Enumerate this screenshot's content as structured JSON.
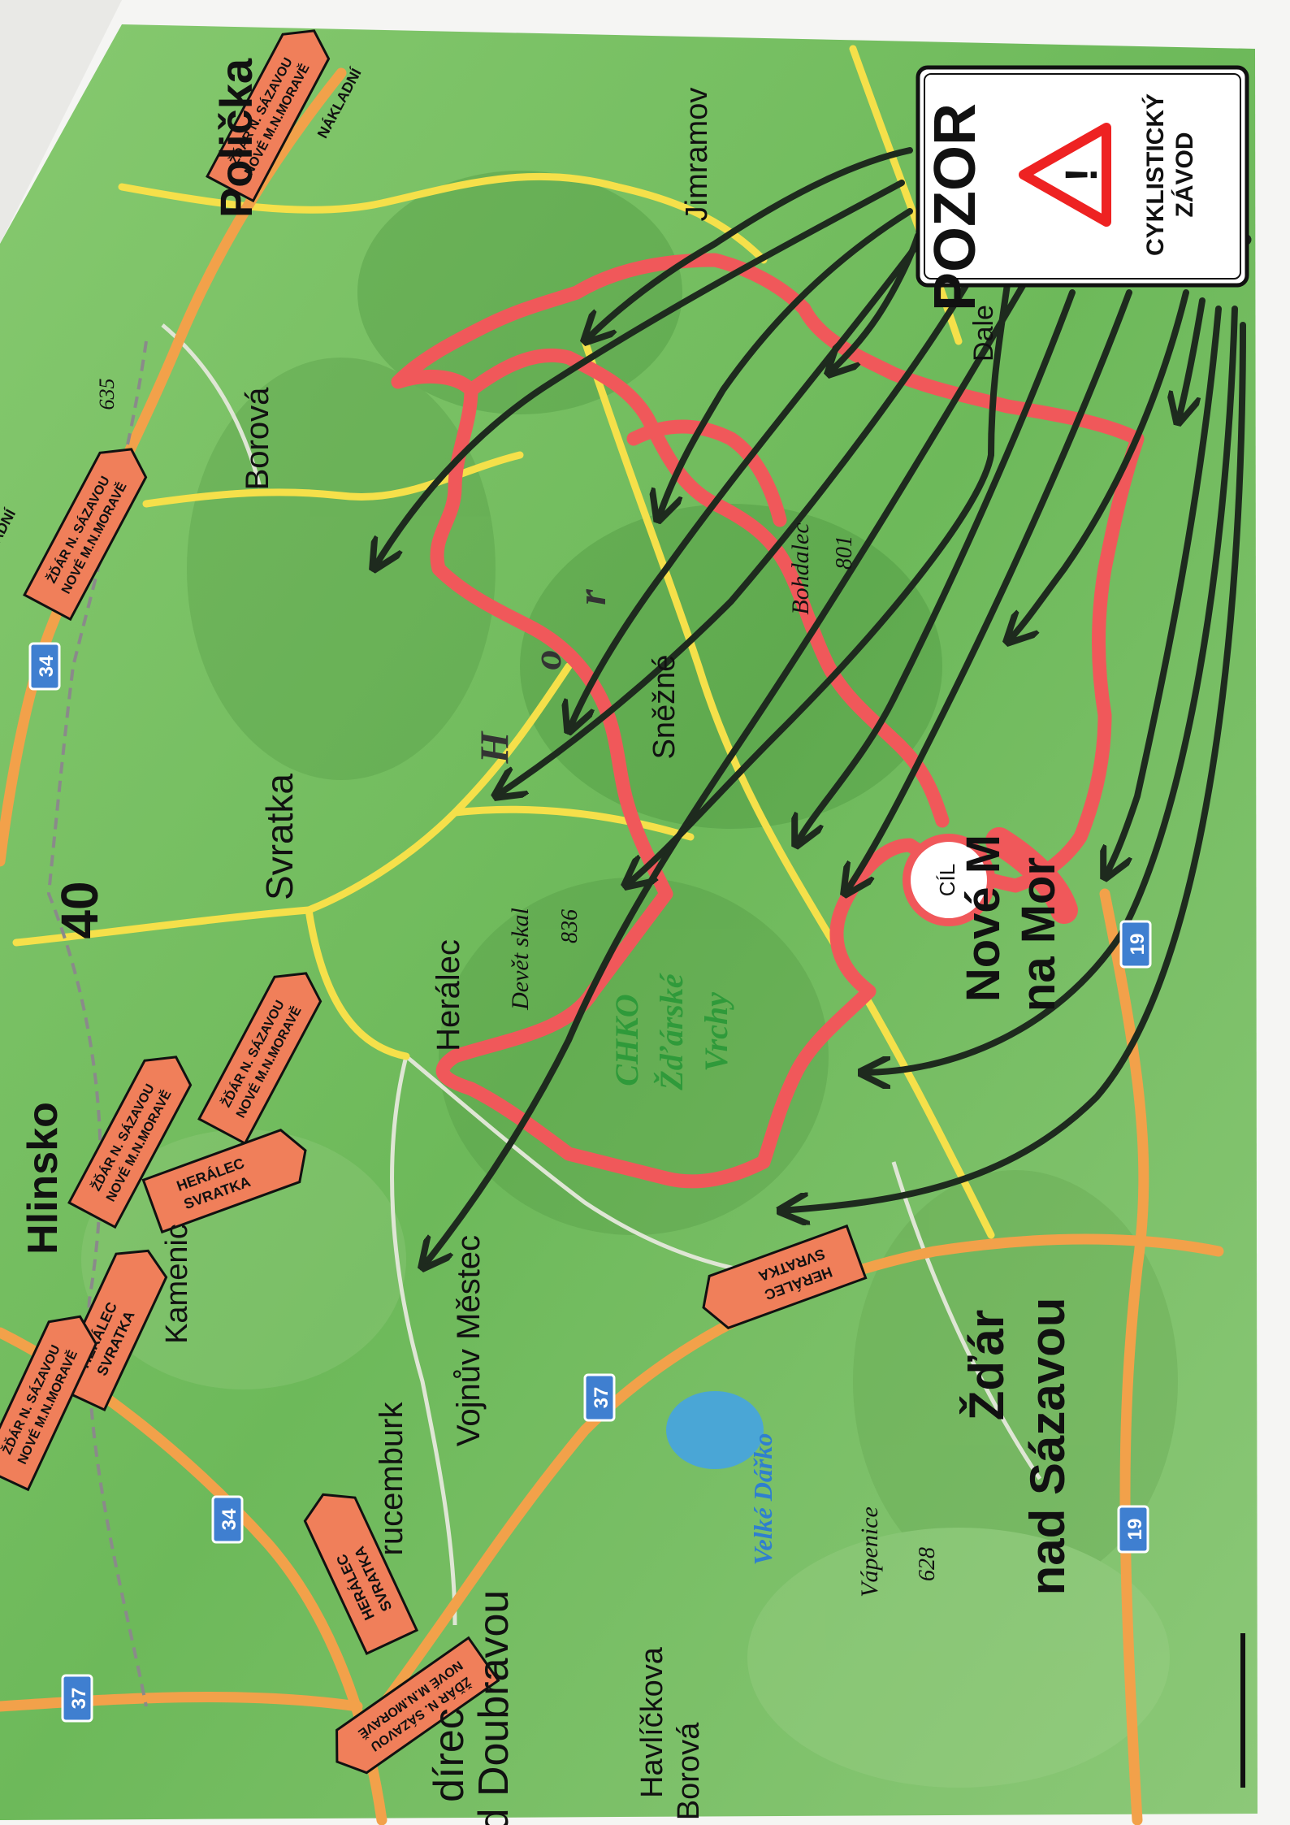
{
  "map": {
    "towns": {
      "policka": "Polička",
      "borova": "Borová",
      "jimramov": "Jimramov",
      "svratka": "Svratka",
      "hlinsko": "Hlinsko",
      "kamenice": "Kamenic",
      "heralec": "Herálec",
      "vojnuv_mestec": "Vojnův Městec",
      "krucemburk": "rucemburk",
      "zdirec": "dírec",
      "zdirec_2": "ad Doubravou",
      "havlickova_borova": "Havlíčkova",
      "havlickova_borova_2": "Borová",
      "snezne": "Sněžné",
      "zdar": "Žďár",
      "zdar_2": "nad Sázavou",
      "nove_mesto": "Nové M",
      "nove_mesto_2": "na Mor",
      "dale": "Dale"
    },
    "nature": {
      "chko": "CHKO",
      "chko_2": "Žďárské",
      "chko_3": "Vrchy",
      "velke_darko": "Velké Dářko",
      "vapenice": "Vápenice",
      "vapenice_alt": "628",
      "bohdalec": "Bohdalec",
      "bohdalec_alt": "801",
      "devet_skal": "Devět skal",
      "devet_skal_alt": "836",
      "peak_635": "635",
      "region_40": "40",
      "hory_1": "r",
      "hory_2": "o",
      "hory_3": "H"
    },
    "road_numbers": {
      "r34_top": "34",
      "r34_bottom": "34",
      "r37_left": "37",
      "r37_mid": "37",
      "r19_top": "19",
      "r19_bottom": "19"
    },
    "finish": {
      "label": "CÍL"
    },
    "warning_sign": {
      "title": "POZOR",
      "line1": "CYKLISTICKÝ",
      "line2": "ZÁVOD"
    },
    "detour_signs": {
      "zdar_line1": "ŽĎÁR N. SÁZAVOU",
      "zdar_line2": "NOVÉ M.N.MORAVĚ",
      "nakladni": "NÁKLADNÍ",
      "heralec_line1": "HERÁLEC",
      "heralec_line2": "SVRATKA"
    },
    "colors": {
      "map_green": "#7fc36a",
      "route_red": "#f0585a",
      "road_yellow": "#f5e04a",
      "road_orange": "#f2a14a",
      "sign_orange": "#f07f5a",
      "road_badge_blue": "#3f7fd0"
    }
  }
}
